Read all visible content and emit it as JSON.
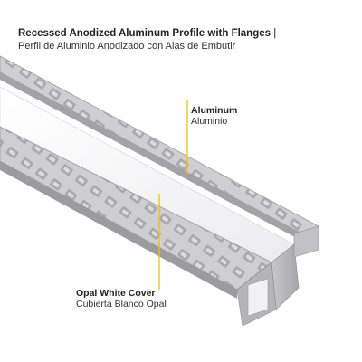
{
  "header": {
    "title_en": "Recessed Anodized Aluminum Profile with Flanges",
    "title_separator": " |",
    "title_es": "Perfil de Aluminio Anodizado con Alas de Embutir"
  },
  "callouts": {
    "aluminum": {
      "label_en": "Aluminum",
      "label_es": "Aluminio"
    },
    "opal_cover": {
      "label_en": "Opal White Cover",
      "label_es": "Cubierta Blanco Opal"
    }
  },
  "colors": {
    "leader_line": "#f2c200",
    "aluminum_light": "#d4d4d6",
    "aluminum_mid": "#b2b2b5",
    "aluminum_dark": "#8e8e92",
    "opal_white": "#f4f4f6"
  }
}
